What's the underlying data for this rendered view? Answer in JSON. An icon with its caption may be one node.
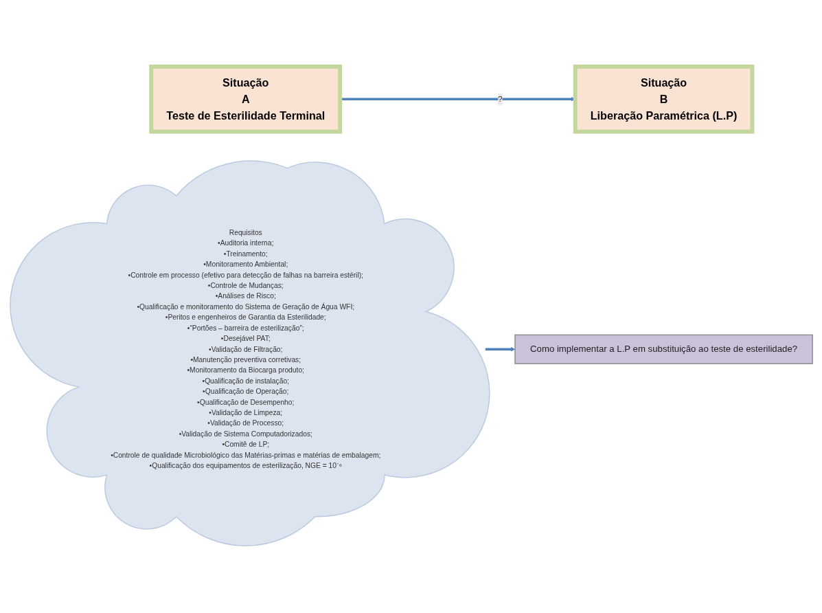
{
  "diagram": {
    "nodes": [
      {
        "text": [
          "Situação",
          "A",
          "Teste de Esterilidade Terminal"
        ]
      },
      {
        "text": [
          "Requisitos",
          "•Auditoria interna;",
          "•Treinamento;",
          "•Monitoramento Ambiental;",
          "•Controle em processo (efetivo para detecção de falhas na barreira estéril);",
          "•Controle de Mudanças;",
          "•Análises de Risco;",
          "•Qualificação e monitoramento do Sistema de Geração de Água WFI;",
          "•Peritos e engenheiros de Garantia da Esterilidade;",
          "•“Portões – barreira de esterilização”;",
          "•Desejável PAT;",
          "•Validação de Filtração;",
          "•Manutenção preventiva corretivas;",
          "•Monitoramento da Biocarga produto;",
          "•Qualificação de instalação;",
          "•Qualificação de Operação;",
          "•Qualificação de Desempenho;",
          "•Validação de Limpeza;",
          "•Validação de Processo;",
          "•Validação de Sistema Computadorizados;",
          "•Comitê de LP;",
          "•Controle de qualidade Microbiológico das Matérias-primas e matérias de embalagem;",
          "•Qualificação dos equipamentos de esterilização, NGE = 10⁻⁶"
        ]
      },
      {
        "text": [
          "Situação",
          "B",
          "Liberação Paramétrica (L.P)"
        ]
      },
      {
        "text": [
          "Como implementar a L.P em substituição ao teste de esterilidade?"
        ]
      }
    ],
    "edges": [
      {
        "from": 0,
        "to": 2,
        "arrow": "to",
        "label": "?"
      },
      {
        "from": 1,
        "to": 3,
        "arrow": "to"
      }
    ]
  }
}
